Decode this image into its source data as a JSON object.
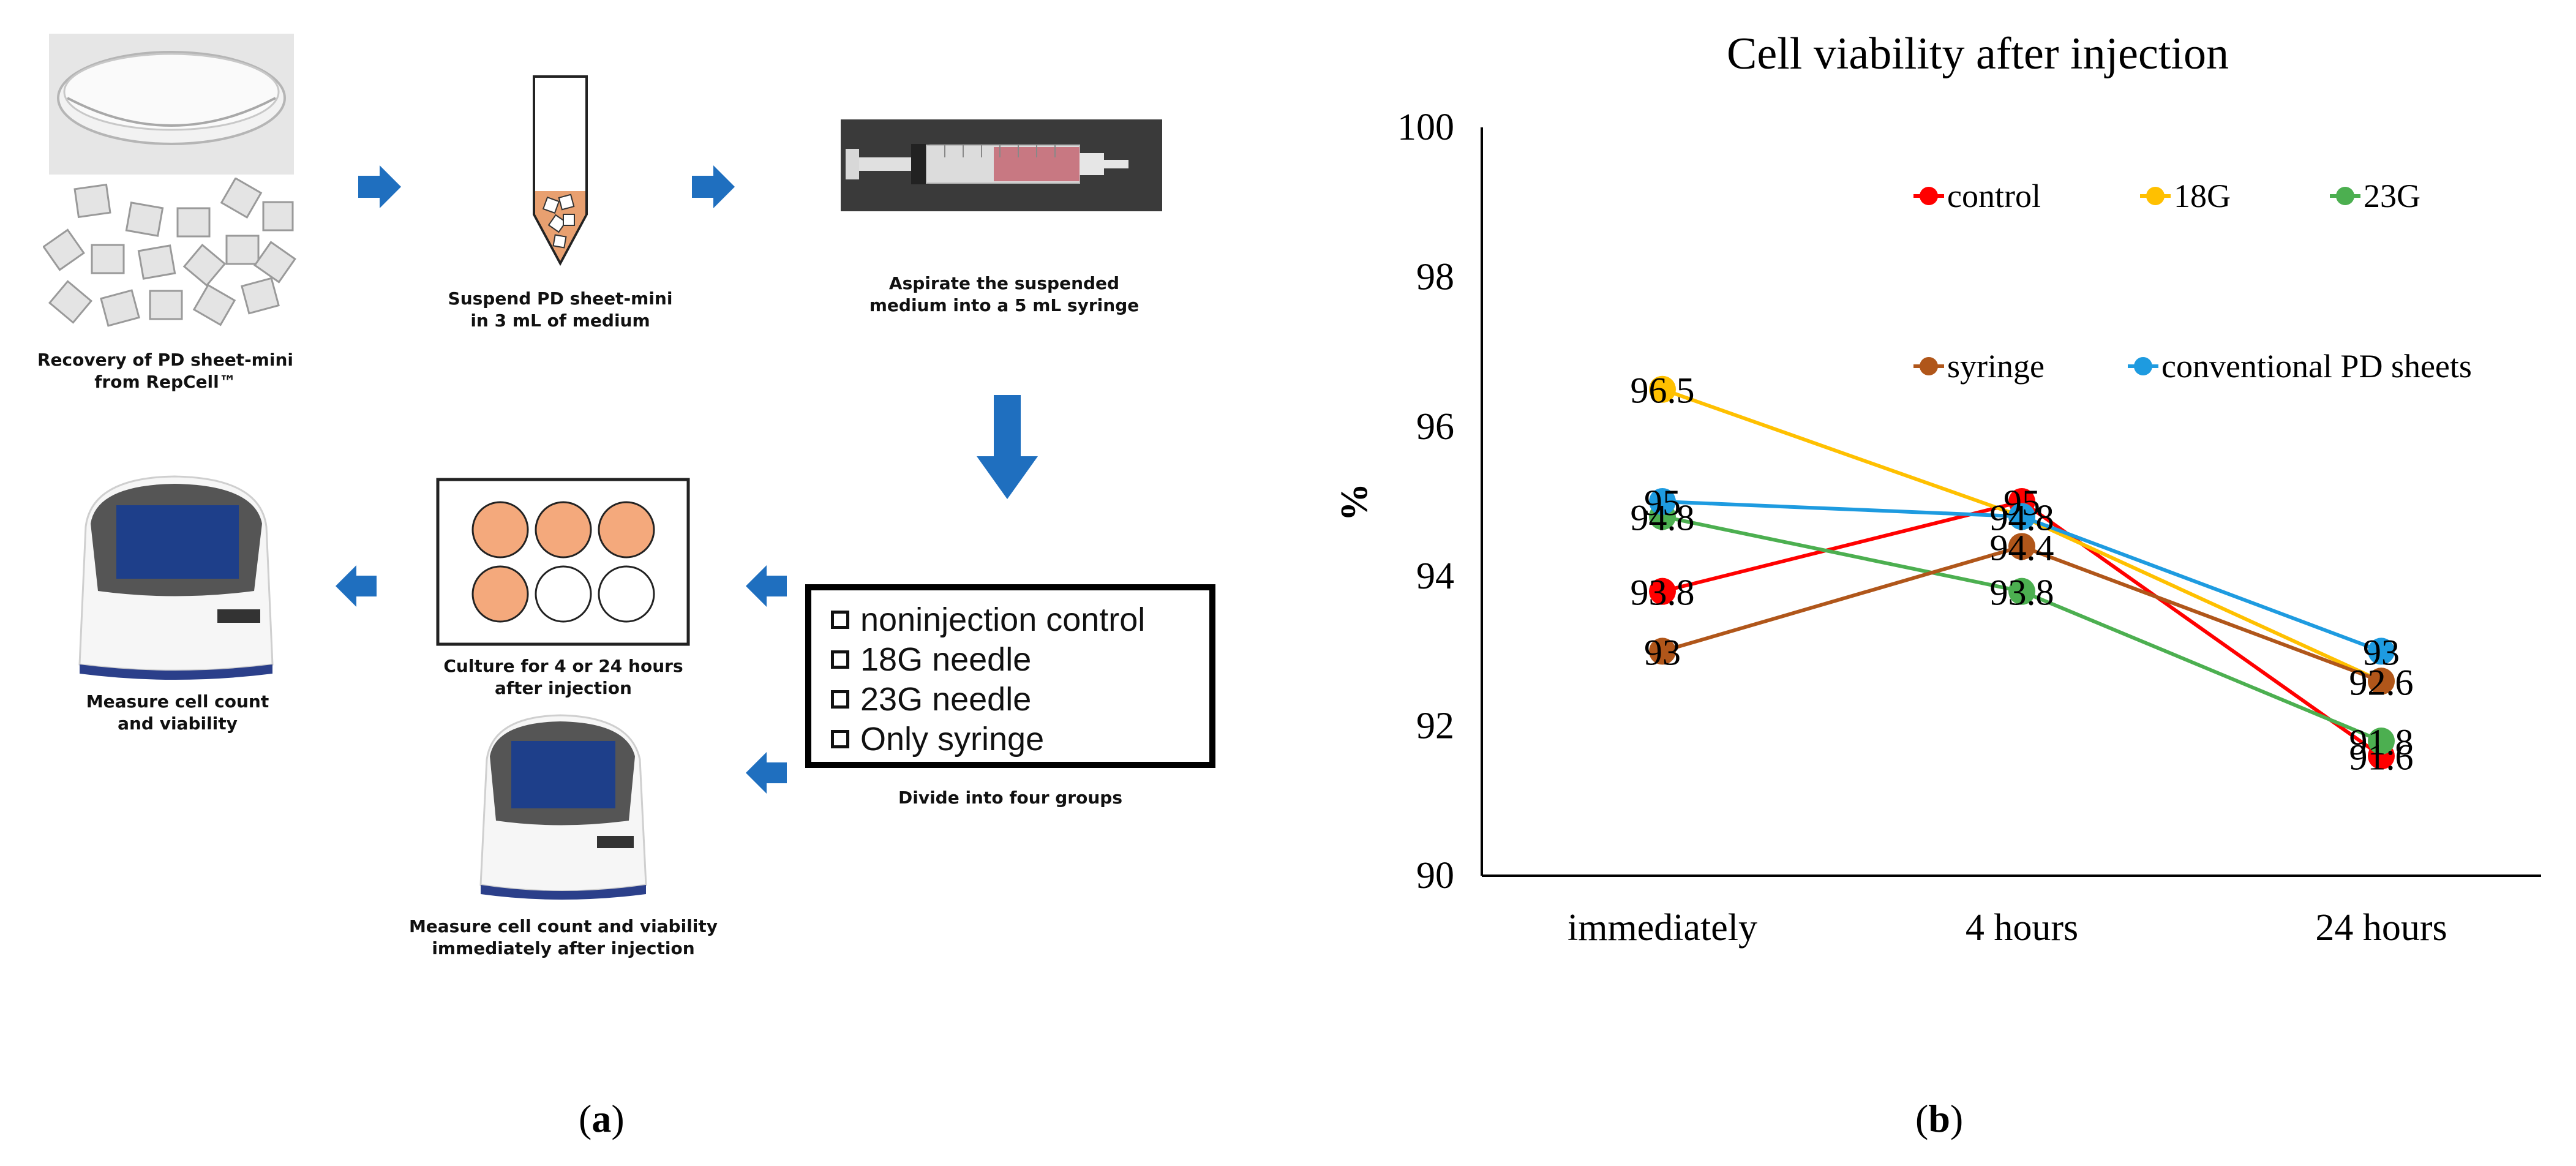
{
  "diagram": {
    "step1_caption": "Recovery of PD sheet-mini\nfrom RepCell™",
    "step2_caption": "Suspend PD sheet-mini\nin 3 mL of medium",
    "step3_caption": "Aspirate the suspended\nmedium into a 5 mL syringe",
    "groups": [
      "noninjection control",
      "18G needle",
      "23G needle",
      "Only syringe"
    ],
    "groups_caption": "Divide into four groups",
    "culture_caption": "Culture for 4 or 24 hours\nafter injection",
    "measure_immediate_caption": "Measure cell count and viability\nimmediately after injection",
    "measure_caption": "Measure cell count\nand viability",
    "wells": [
      "filled",
      "filled",
      "filled",
      "filled",
      "empty",
      "empty"
    ],
    "colors": {
      "arrow": "#1f6fbf",
      "well_fill": "#f4a97c",
      "cell": "#e8a070"
    }
  },
  "panel_labels": {
    "a": "a",
    "b": "b"
  },
  "chart_data": {
    "type": "line",
    "title": "Cell viability after injection",
    "xlabel": "",
    "ylabel": "%",
    "categories": [
      "immediately",
      "4 hours",
      "24 hours"
    ],
    "ylim": [
      90,
      100
    ],
    "yticks": [
      90,
      92,
      94,
      96,
      98,
      100
    ],
    "grid": false,
    "legend_position": "top-right",
    "series": [
      {
        "name": "control",
        "color": "#ff0000",
        "values": [
          93.8,
          95.0,
          91.6
        ],
        "labels": [
          "93.8",
          "95",
          "91.6"
        ]
      },
      {
        "name": "18G",
        "color": "#ffc000",
        "values": [
          96.5,
          94.8,
          92.6
        ],
        "labels": [
          "96.5",
          "94.8",
          "92.6"
        ]
      },
      {
        "name": "23G",
        "color": "#4caf50",
        "values": [
          94.8,
          93.8,
          91.8
        ],
        "labels": [
          "94.8",
          "93.8",
          "91.8"
        ]
      },
      {
        "name": "syringe",
        "color": "#b0561a",
        "values": [
          93.0,
          94.4,
          92.6
        ],
        "labels": [
          "93",
          "94.4",
          "92.6"
        ]
      },
      {
        "name": "conventional PD sheets",
        "color": "#1e9be0",
        "values": [
          95.0,
          94.8,
          93.0
        ],
        "labels": [
          "95",
          "94.8",
          "93"
        ]
      }
    ]
  }
}
